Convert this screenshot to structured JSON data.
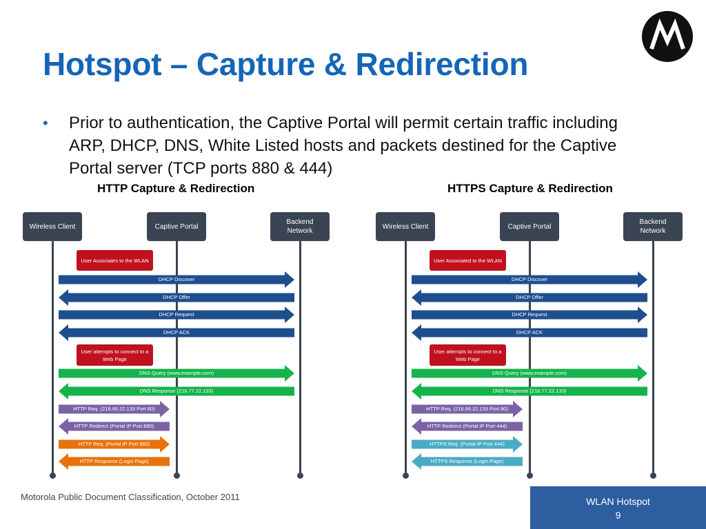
{
  "slide": {
    "title": "Hotspot – Capture & Redirection",
    "bullet_symbol": "•",
    "bullet": "Prior to authentication, the Captive Portal will permit certain traffic including ARP, DHCP, DNS, White Listed hosts and packets destined for the Captive Portal server (TCP ports 880 & 444)",
    "logo_icon": "motorola-m-logo"
  },
  "colors": {
    "title": "#1565b8",
    "actor_box": "#3a4452",
    "note_red": "#c0111f",
    "dhcp_blue": "#1f4e8c",
    "dns_green": "#14b34b",
    "http_purple": "#7b63a6",
    "http_orange": "#e8720c",
    "https_teal": "#4aabc4",
    "footer_box": "#2c5ea0"
  },
  "diagrams": [
    {
      "heading": "HTTP Capture & Redirection",
      "actors": [
        "Wireless Client",
        "Captive Portal",
        "Backend Network"
      ],
      "notes": [
        "User Associates to the WLAN",
        "User attempts to connect to a Web Page"
      ],
      "messages": [
        {
          "label": "DHCP Discover",
          "from": "Wireless Client",
          "to": "Backend Network",
          "color": "#1f4e8c"
        },
        {
          "label": "DHCP Offer",
          "from": "Backend Network",
          "to": "Wireless Client",
          "color": "#1f4e8c"
        },
        {
          "label": "DHCP Request",
          "from": "Wireless Client",
          "to": "Backend Network",
          "color": "#1f4e8c"
        },
        {
          "label": "DHCP ACK",
          "from": "Backend Network",
          "to": "Wireless Client",
          "color": "#1f4e8c"
        },
        {
          "label": "DNS Query (www.example.com)",
          "from": "Wireless Client",
          "to": "Backend Network",
          "color": "#14b34b"
        },
        {
          "label": "DNS Response (216.77.22.133)",
          "from": "Backend Network",
          "to": "Wireless Client",
          "color": "#14b34b"
        },
        {
          "label": "HTTP Req. (216.66.22.133 Port 80)",
          "from": "Wireless Client",
          "to": "Captive Portal",
          "color": "#7b63a6"
        },
        {
          "label": "HTTP Redirect (Portal IP Port 880)",
          "from": "Captive Portal",
          "to": "Wireless Client",
          "color": "#7b63a6"
        },
        {
          "label": "HTTP Req. (Portal IP Port 880)",
          "from": "Wireless Client",
          "to": "Captive Portal",
          "color": "#e8720c"
        },
        {
          "label": "HTTP Response (Login Page)",
          "from": "Captive Portal",
          "to": "Wireless Client",
          "color": "#e8720c"
        }
      ]
    },
    {
      "heading": "HTTPS Capture & Redirection",
      "actors": [
        "Wireless Client",
        "Captive Portal",
        "Backend Network"
      ],
      "notes": [
        "User Associated to the WLAN",
        "User attempts to connect to a Web Page"
      ],
      "messages": [
        {
          "label": "DHCP Discover",
          "from": "Wireless Client",
          "to": "Backend Network",
          "color": "#1f4e8c"
        },
        {
          "label": "DHCP Offer",
          "from": "Backend Network",
          "to": "Wireless Client",
          "color": "#1f4e8c"
        },
        {
          "label": "DHCP Request",
          "from": "Wireless Client",
          "to": "Backend Network",
          "color": "#1f4e8c"
        },
        {
          "label": "DHCP ACK",
          "from": "Backend Network",
          "to": "Wireless Client",
          "color": "#1f4e8c"
        },
        {
          "label": "DNS Query (www.example.com)",
          "from": "Wireless Client",
          "to": "Backend Network",
          "color": "#14b34b"
        },
        {
          "label": "DNS Response (216.77.22.133)",
          "from": "Backend Network",
          "to": "Wireless Client",
          "color": "#14b34b"
        },
        {
          "label": "HTTP Req. (216.66.22.133 Port 80)",
          "from": "Wireless Client",
          "to": "Captive Portal",
          "color": "#7b63a6"
        },
        {
          "label": "HTTP Redirect (Portal IP Port 444)",
          "from": "Captive Portal",
          "to": "Wireless Client",
          "color": "#7b63a6"
        },
        {
          "label": "HTTPS Req. (Portal IP Port 444)",
          "from": "Wireless Client",
          "to": "Captive Portal",
          "color": "#4aabc4"
        },
        {
          "label": "HTTPS Response (Login Page)",
          "from": "Captive Portal",
          "to": "Wireless Client",
          "color": "#4aabc4"
        }
      ]
    }
  ],
  "footer": {
    "classification": "Motorola Public Document Classification, October 2011",
    "section": "WLAN Hotspot",
    "page_number": "9"
  }
}
